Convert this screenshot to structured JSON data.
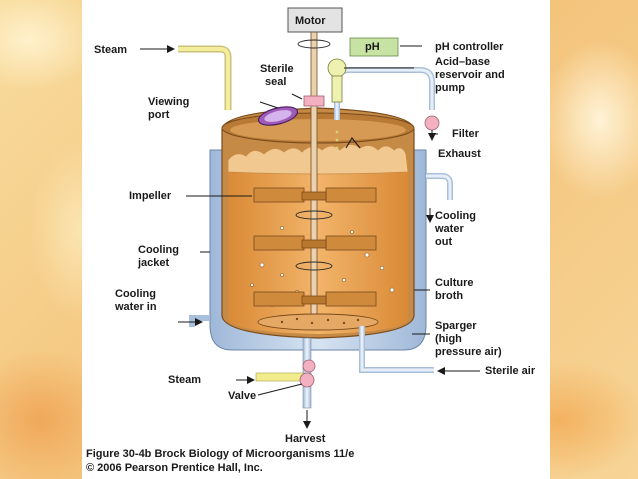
{
  "labels": {
    "motor": "Motor",
    "ph_box": "pH",
    "ph_controller": "pH controller",
    "steam_top": "Steam",
    "sterile_seal_1": "Sterile",
    "sterile_seal_2": "seal",
    "acid_base_1": "Acid–base",
    "acid_base_2": "reservoir and",
    "acid_base_3": "pump",
    "viewing_port_1": "Viewing",
    "viewing_port_2": "port",
    "filter": "Filter",
    "exhaust": "Exhaust",
    "impeller": "Impeller",
    "cooling_out_1": "Cooling",
    "cooling_out_2": "water",
    "cooling_out_3": "out",
    "cooling_jacket_1": "Cooling",
    "cooling_jacket_2": "jacket",
    "culture_broth_1": "Culture",
    "culture_broth_2": "broth",
    "cooling_in_1": "Cooling",
    "cooling_in_2": "water in",
    "sparger_1": "Sparger",
    "sparger_2": "(high",
    "sparger_3": "pressure air)",
    "sterile_air": "Sterile air",
    "steam_bottom": "Steam",
    "valve": "Valve",
    "harvest": "Harvest"
  },
  "caption": {
    "line1": "Figure 30-4b  Brock Biology of Microorganisms 11/e",
    "line2": "© 2006 Pearson Prentice Hall, Inc."
  },
  "colors": {
    "jacket": "#b9cde6",
    "broth": "#e49a44",
    "vessel_lid": "#c8883c",
    "impeller": "#cf8a3c",
    "pipe": "#d7e6f4",
    "ph_box": "#c6e3a4",
    "valve": "#f2b0c0",
    "steam_pipe": "#f2ec8c"
  }
}
